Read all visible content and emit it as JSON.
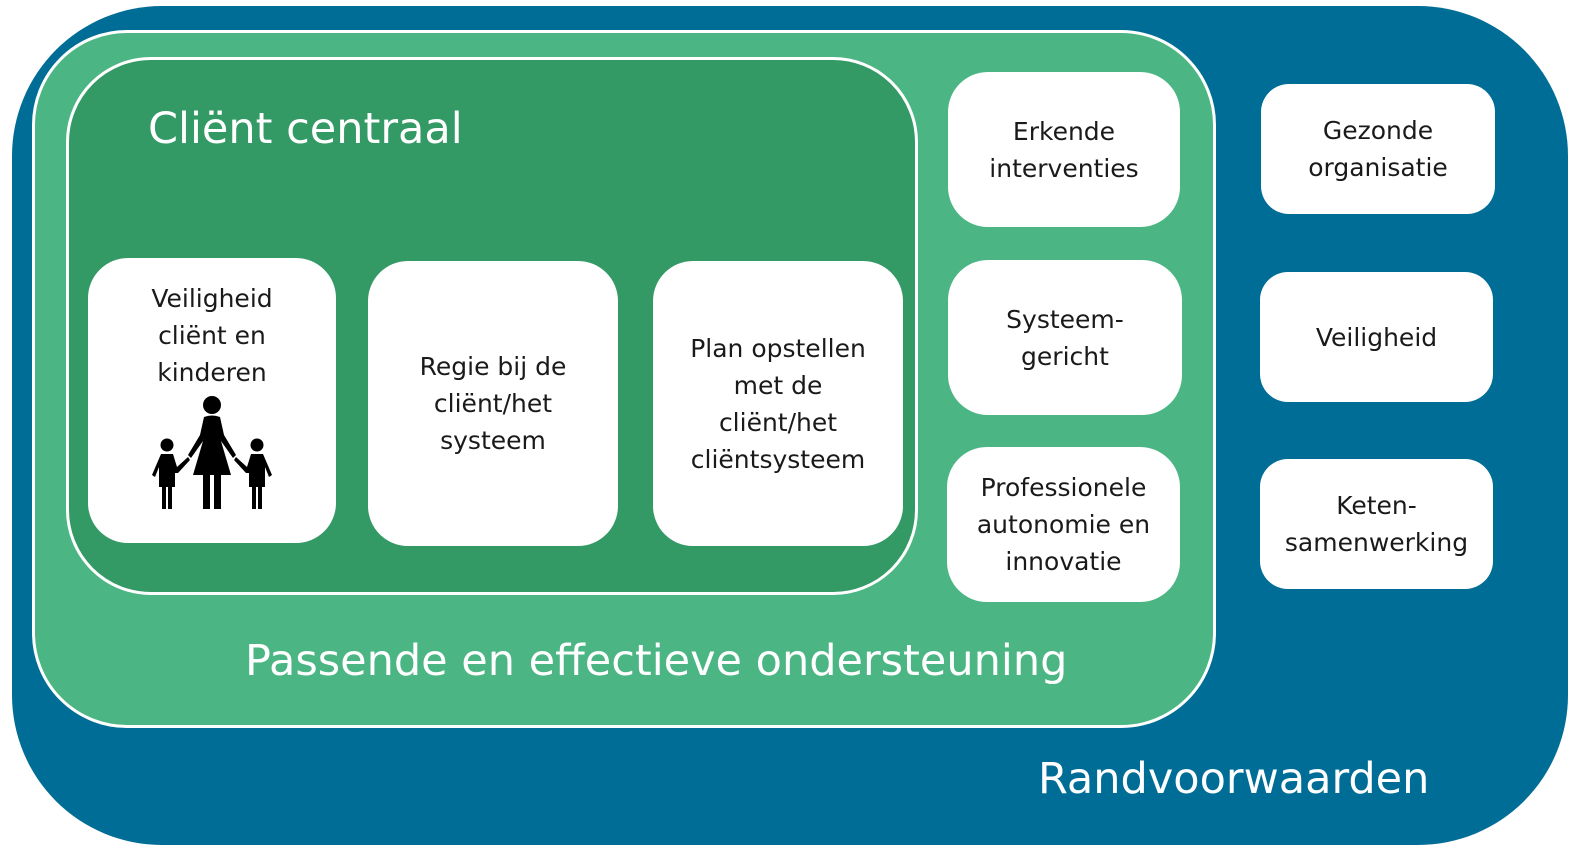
{
  "levels": {
    "outer": {
      "label": "Randvoorwaarden",
      "color": "#006D96"
    },
    "middle": {
      "label": "Passende en effectieve ondersteuning",
      "color": "#4BB584"
    },
    "inner": {
      "label": "Cliënt centraal",
      "color": "#339965"
    }
  },
  "client_centraal": {
    "safety": "Veiligheid\ncliënt en\nkinderen",
    "safety_icon": "family-icon",
    "regie": "Regie bij de\ncliënt/het\nsysteem",
    "plan": "Plan opstellen\nmet de\ncliënt/het\ncliëntsysteem"
  },
  "ondersteuning": {
    "erkend": "Erkende\ninterventies",
    "systeem": "Systeem-\ngericht",
    "professioneel": "Professionele\nautonomie en\ninnovatie"
  },
  "randvoorwaarden": {
    "gezond": "Gezonde\norganisatie",
    "veiligheid": "Veiligheid",
    "keten": "Keten-\nsamenwerking"
  }
}
